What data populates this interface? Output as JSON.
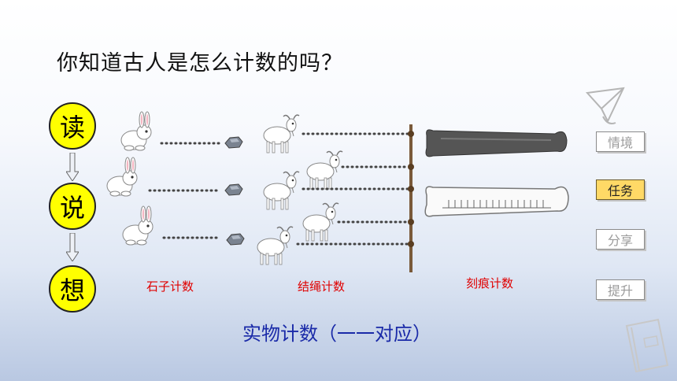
{
  "question": "你知道古人是怎么计数的吗？",
  "steps": [
    "读",
    "说",
    "想"
  ],
  "captions": {
    "stone": "石子计数",
    "rope": "结绳计数",
    "carve": "刻痕计数"
  },
  "subtitle": "实物计数（一一对应）",
  "nav": {
    "items": [
      "情境",
      "任务",
      "分享",
      "提升"
    ],
    "active": "任务"
  },
  "colors": {
    "step_circle": "#ffff00",
    "caption": "#e00000",
    "subtitle": "#1a2aa8",
    "nav_active": "#ffd966"
  }
}
